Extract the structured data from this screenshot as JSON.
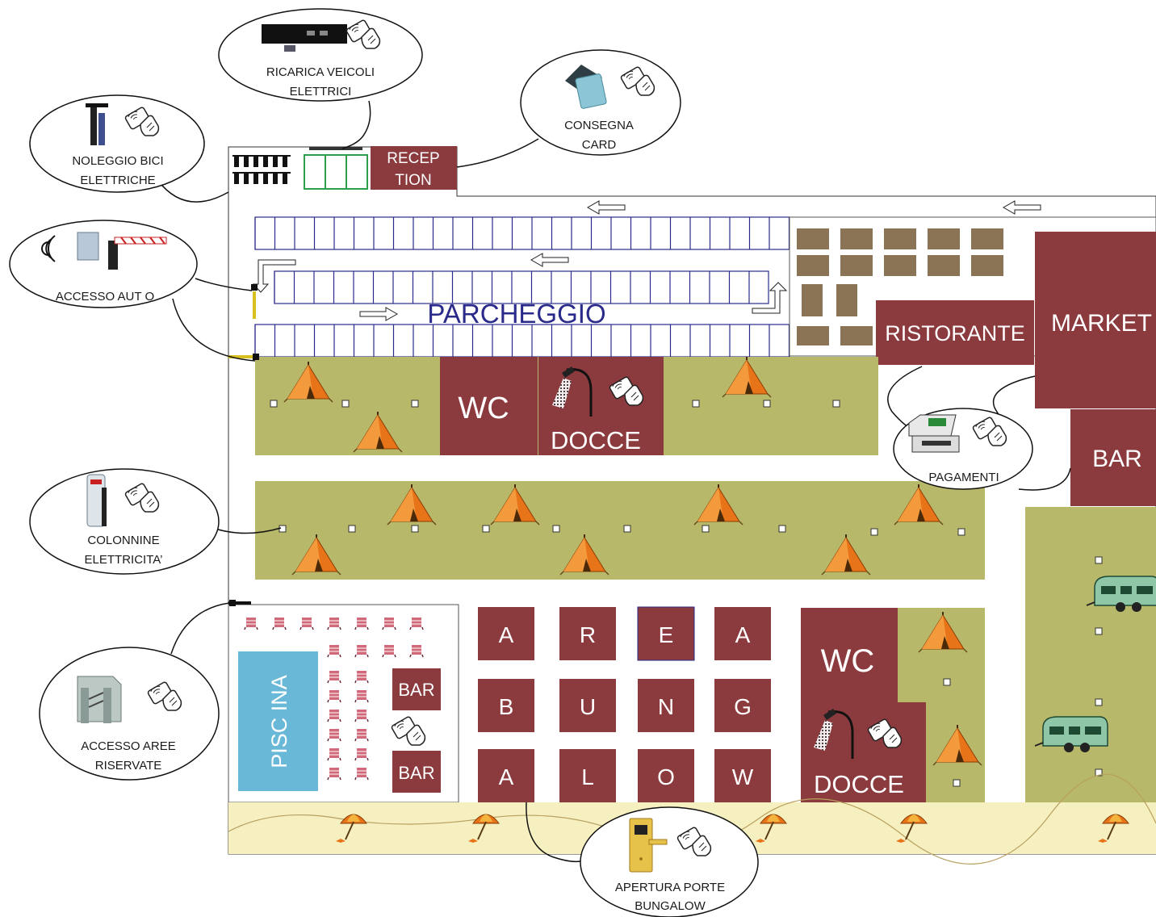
{
  "colors": {
    "building": "#8b3a3e",
    "grass": "#b8b86a",
    "pool": "#6ab8d8",
    "beach": "#f6f0c0",
    "parking_lines": "#2a2a8a",
    "gravel_tiles": "#8b7355",
    "bollard_green": "#2e9e4a"
  },
  "map": {
    "reception": [
      "RECEP",
      "TION"
    ],
    "parking": "PARCHEGGIO",
    "ristorante": "RISTORANTE",
    "market": "MARKET",
    "bar_main": "BAR",
    "wc_top": "WC",
    "docce_top": "DOCCE",
    "wc_bottom": "WC",
    "docce_bottom": "DOCCE",
    "piscina": "PISC INA",
    "pool_bar_1": "BAR",
    "pool_bar_2": "BAR",
    "bungalow_letters": [
      "A",
      "R",
      "E",
      "A",
      "B",
      "U",
      "N",
      "G",
      "A",
      "L",
      "O",
      "W"
    ]
  },
  "callouts": {
    "ricarica": [
      "RICARICA VEICOLI",
      "ELETTRICI"
    ],
    "consegna": [
      "CONSEGNA",
      "CARD"
    ],
    "noleggio": [
      "NOLEGGIO BICI",
      "ELETTRICHE"
    ],
    "accesso_auto": [
      "ACCESSO AUT O"
    ],
    "pagamenti": [
      "PAGAMENTI"
    ],
    "colonnine": [
      "COLONNINE",
      "ELETTRICITA’"
    ],
    "accesso_aree": [
      "ACCESSO AREE",
      "RISERVATE"
    ],
    "apertura": [
      "APERTURA PORTE",
      "BUNGALOW"
    ]
  },
  "icons": {
    "rfid": "rfid-card-hand-icon",
    "tent": "tent-icon",
    "caravan": "caravan-icon",
    "umbrella": "beach-umbrella-icon",
    "shower": "shower-icon",
    "chair": "deck-chair-icon",
    "barrier": "barrier-gate-icon",
    "register": "cash-register-icon",
    "turnstile": "turnstile-icon",
    "column": "power-column-icon",
    "bike": "ebike-icon",
    "card_reader": "card-reader-icon",
    "door_lock": "door-lock-icon",
    "charger": "ev-charger-icon"
  }
}
